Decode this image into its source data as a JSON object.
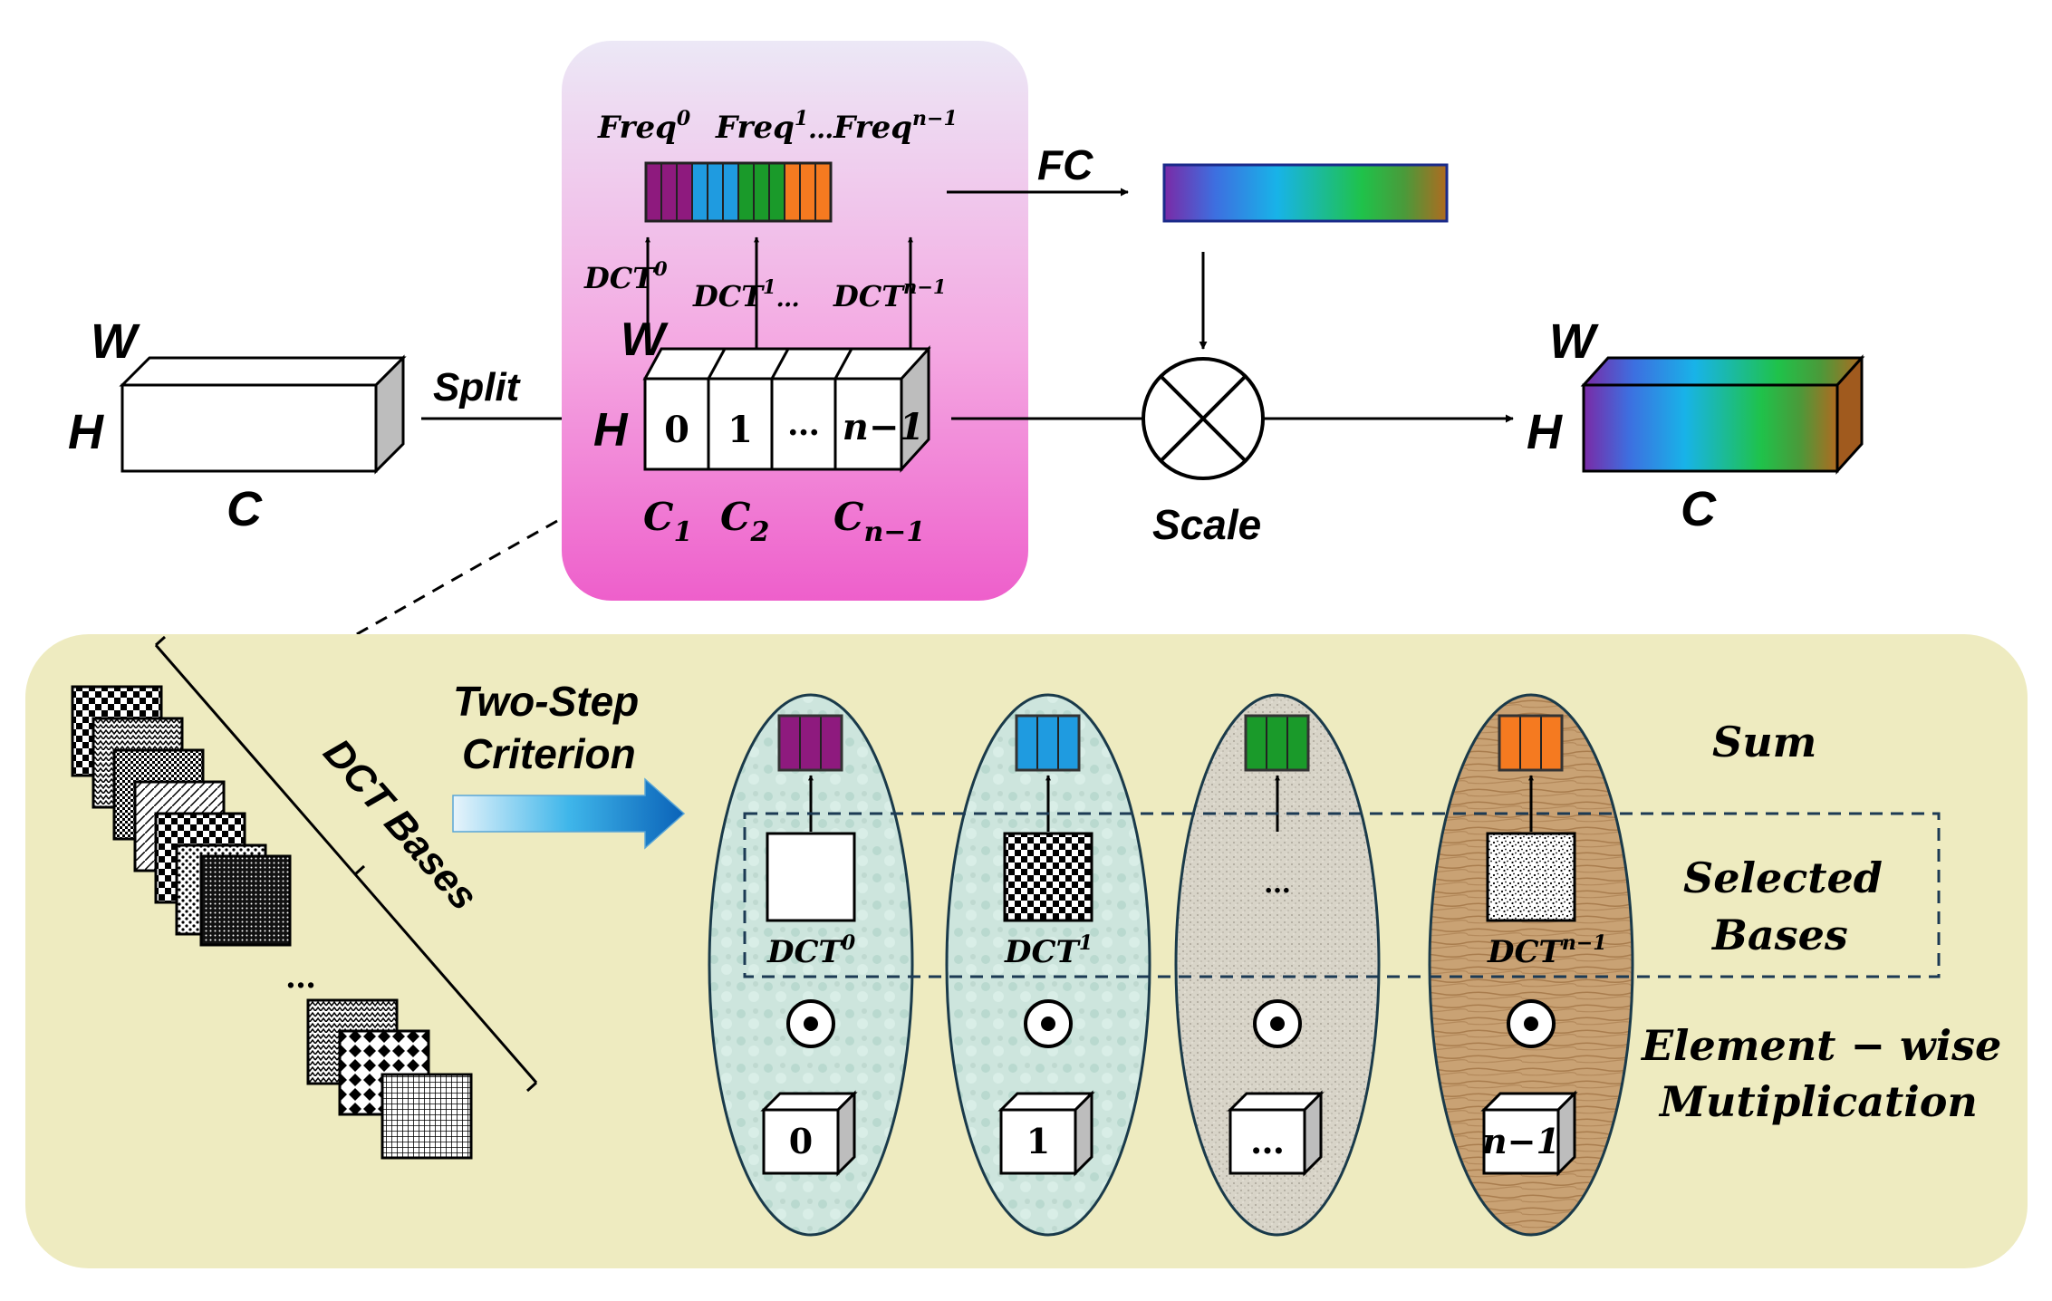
{
  "top": {
    "input": {
      "w": "W",
      "h": "H",
      "c": "C"
    },
    "split_label": "Split",
    "split_block": {
      "w": "W",
      "h": "H",
      "cells": [
        "0",
        "1",
        "…",
        "n−1"
      ],
      "channels": {
        "c1": "C",
        "c1_sub": "1",
        "c2": "C",
        "c2_sub": "2",
        "cn": "C",
        "cn_sub": "n−1"
      }
    },
    "freq": {
      "f0": "Freq",
      "f0_sup": "0",
      "f1": "Freq",
      "f1_sup": "1",
      "dots": "…",
      "fn": "Freq",
      "fn_sup": "n−1"
    },
    "dct": {
      "d0": "DCT",
      "d0_sup": "0",
      "d1": "DCT",
      "d1_sup": "1",
      "dots": "…",
      "dn": "DCT",
      "dn_sup": "n−1"
    },
    "fc_label": "FC",
    "scale_label": "Scale",
    "output": {
      "w": "W",
      "h": "H",
      "c": "C"
    }
  },
  "bottom": {
    "dct_bases_label": "DCT Bases",
    "dots": "…",
    "criterion": {
      "line1": "Two-Step",
      "line2": "Criterion"
    },
    "ellipses": [
      {
        "dct": "DCT",
        "dct_sup": "0",
        "cube": "0"
      },
      {
        "dct": "DCT",
        "dct_sup": "1",
        "cube": "1"
      },
      {
        "dct": "",
        "dct_sup": "",
        "inner_dots": "…",
        "cube": "…"
      },
      {
        "dct": "DCT",
        "dct_sup": "n−1",
        "cube": "n−1"
      }
    ],
    "right_labels": {
      "sum": "Sum",
      "selected1": "Selected",
      "selected2": "Bases",
      "elem1": "Element − wise",
      "elem2": "Mutiplication"
    }
  },
  "colors": {
    "magenta": "#8e1a7e",
    "blue": "#1f9be0",
    "green": "#1a9a2a",
    "orange": "#f57a20",
    "top_panel_top": "#e9e4f5",
    "top_panel_bottom": "#f06cd0",
    "bottom_panel": "#eeebbf",
    "ellipse_teal": "#cfe6dc",
    "ellipse_gray": "#d9d6cc",
    "ellipse_wood": "#c89f70"
  }
}
